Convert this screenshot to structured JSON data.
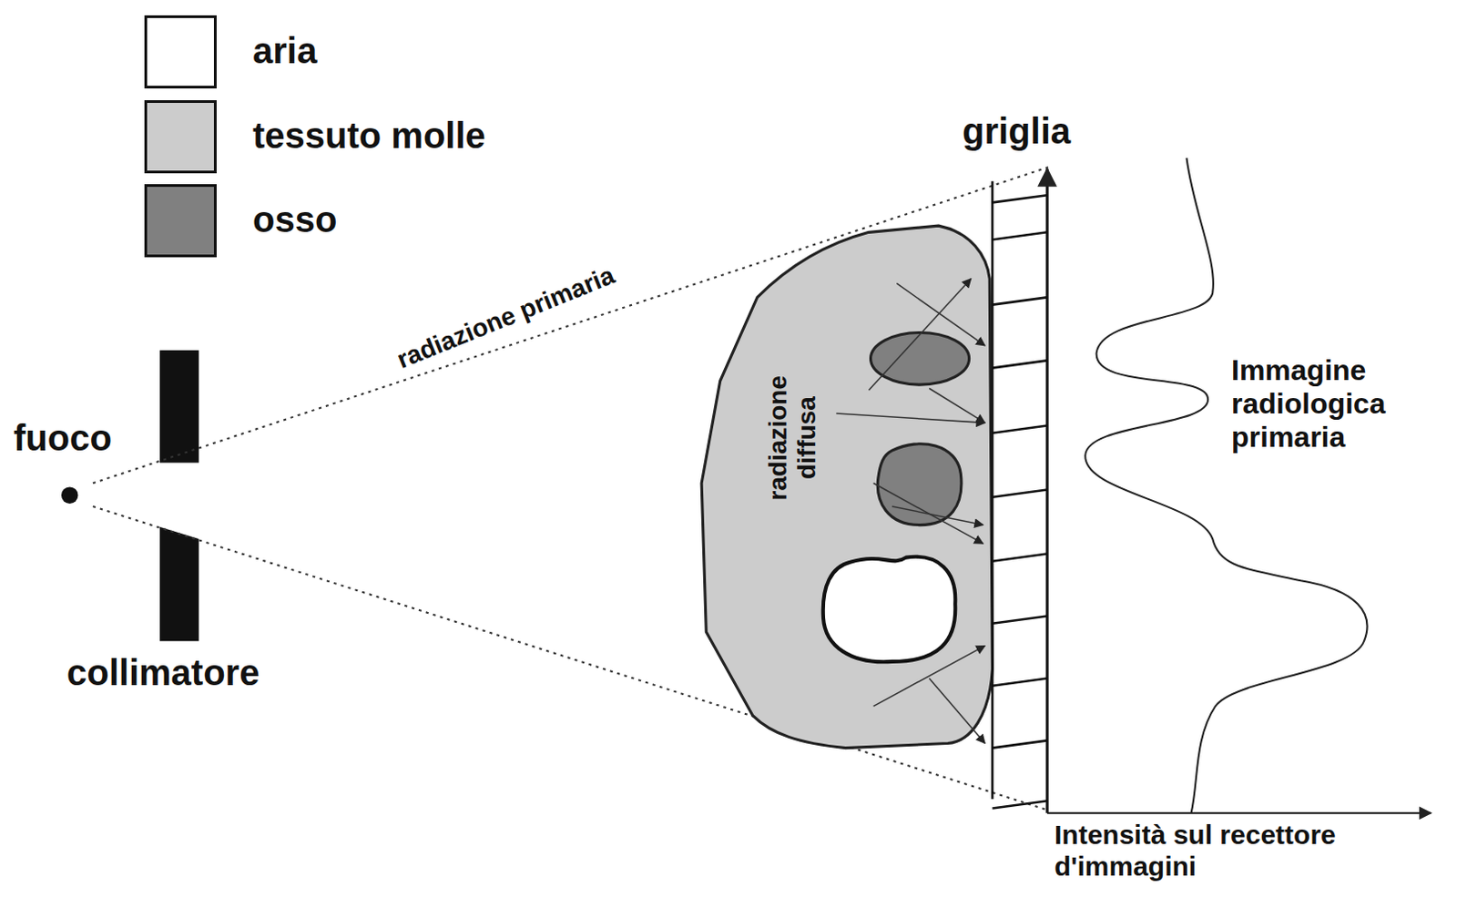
{
  "diagram": {
    "labels": [
      "fuoco",
      "collimatore",
      "radiazione primaria",
      "radiazione diffusa",
      "griglia",
      "Immagine radiologica primaria",
      "Intensità sul recettore d'immagini"
    ],
    "legend": [
      {
        "text": "aria",
        "color": "#ffffff"
      },
      {
        "text": "tessuto molle",
        "color": "#cccccc"
      },
      {
        "text": "osso",
        "color": "#808080"
      }
    ]
  }
}
